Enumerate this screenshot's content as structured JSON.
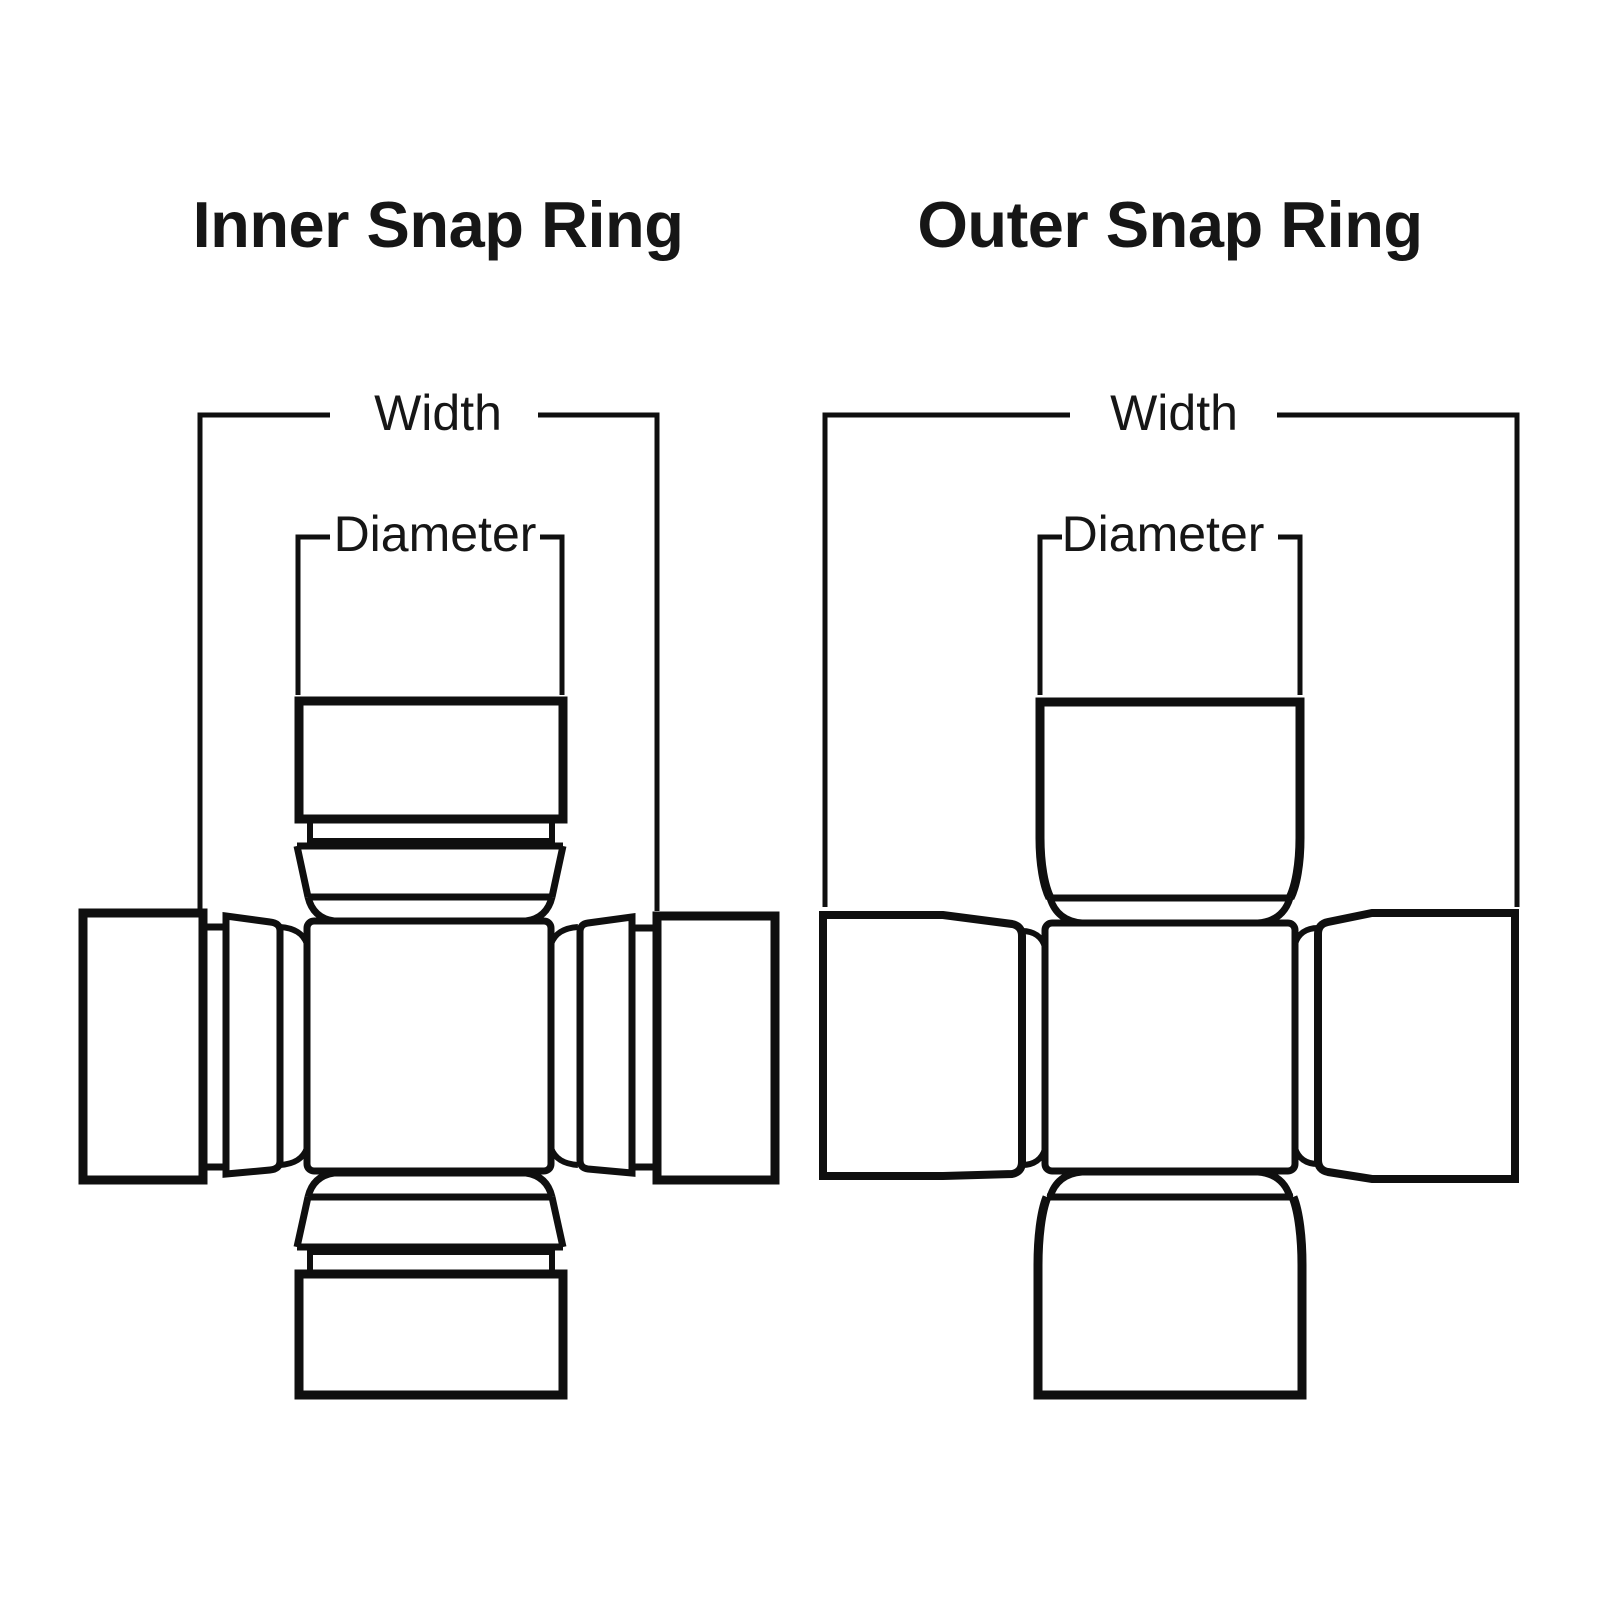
{
  "page": {
    "background_color": "#ffffff",
    "line_color": "#0f0f0f",
    "text_color": "#161616"
  },
  "inner": {
    "title": "Inner Snap Ring",
    "width_label": "Width",
    "diameter_label": "Diameter"
  },
  "outer": {
    "title": "Outer Snap Ring",
    "width_label": "Width",
    "diameter_label": "Diameter"
  }
}
